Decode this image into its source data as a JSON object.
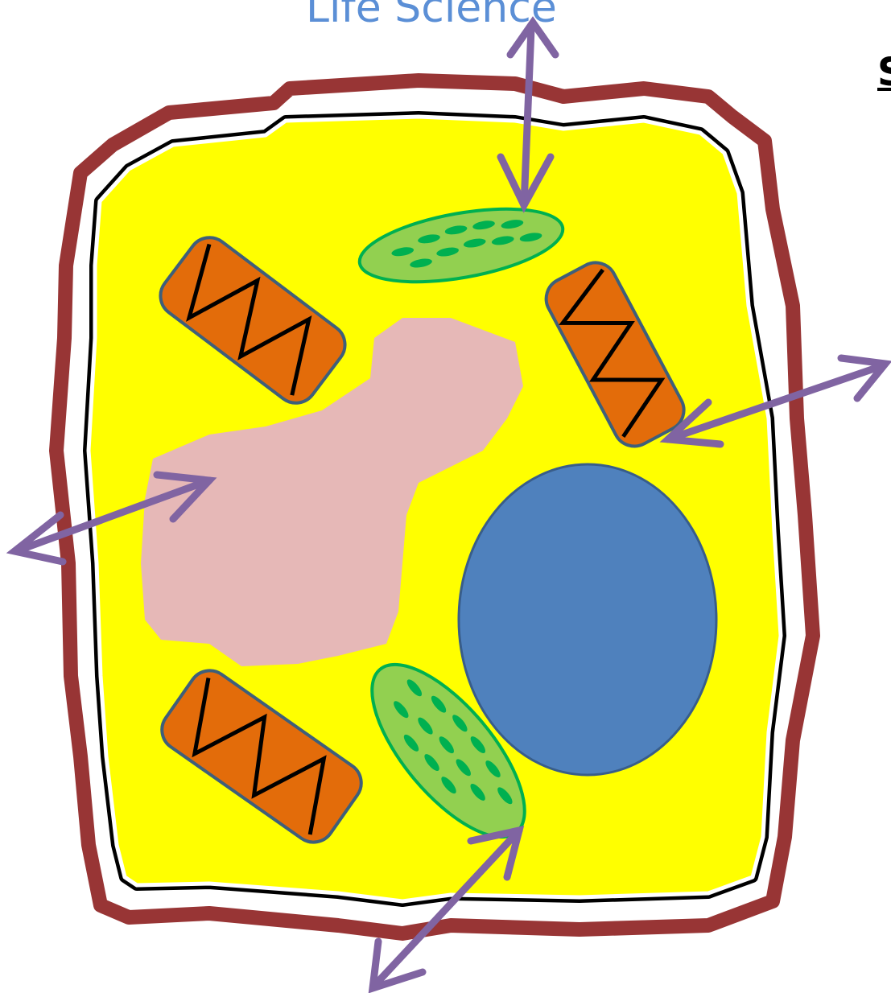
{
  "header": {
    "title": "Life Science"
  },
  "side_text": {
    "fragment": "S"
  },
  "colors": {
    "cell_wall": "#983535",
    "cell_membrane": "#000000",
    "cytoplasm": "#ffff00",
    "vacuole": "#e6b8b7",
    "nucleus": "#4f81bd",
    "mitochondria": "#e36c0a",
    "chloroplast": "#92d050",
    "chloroplast_granum": "#00b050",
    "arrow": "#8064a2",
    "title_text": "#5b8fd6"
  },
  "diagram": {
    "subject": "plant-cell",
    "organelles": [
      "cell-wall",
      "cell-membrane",
      "cytoplasm",
      "vacuole",
      "nucleus",
      "mitochondrion",
      "mitochondrion",
      "mitochondrion",
      "chloroplast",
      "chloroplast"
    ],
    "arrows": 4
  }
}
